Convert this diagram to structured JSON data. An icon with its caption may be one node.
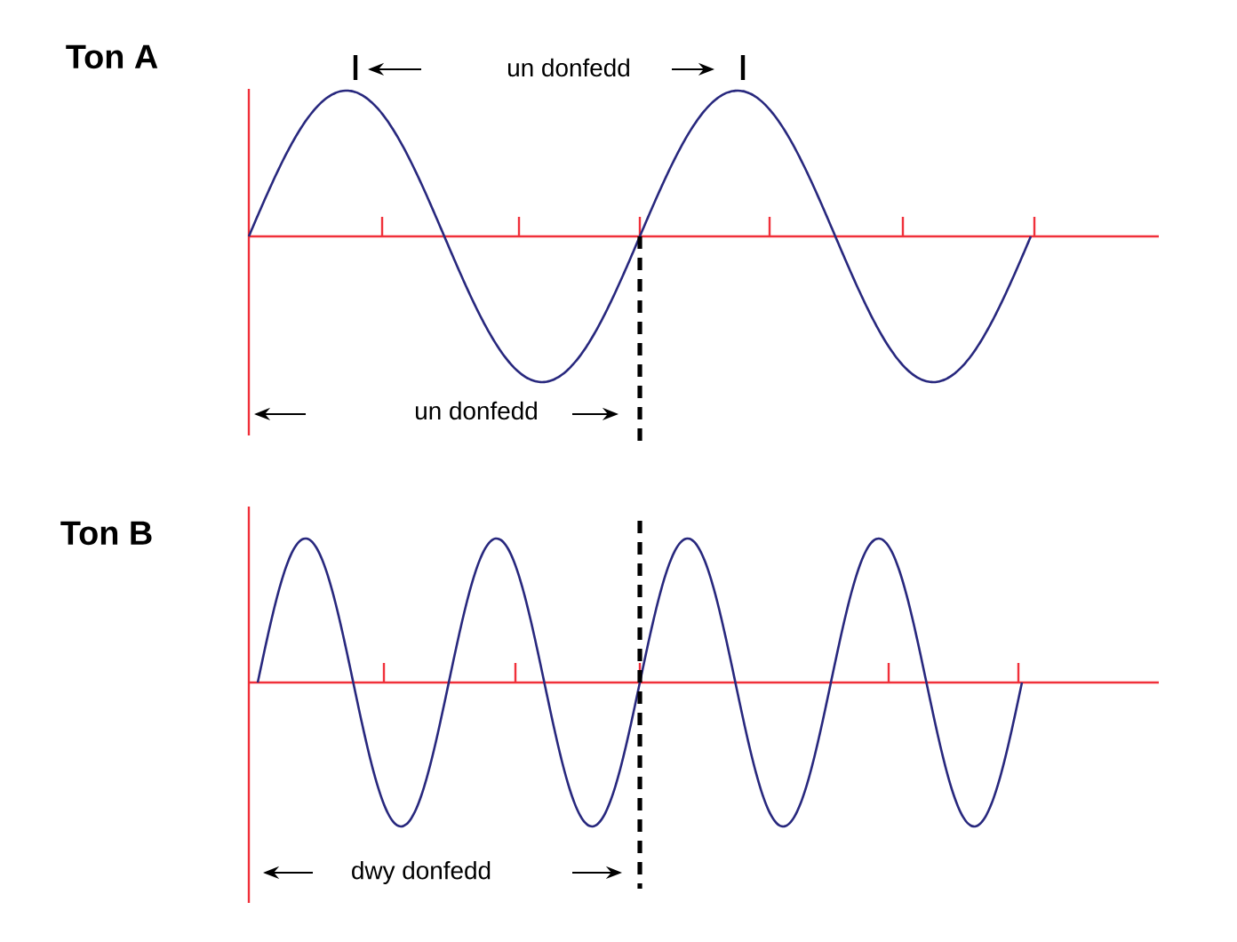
{
  "diagram": {
    "labels": [
      "Ton A",
      "un donfedd",
      "un donfedd",
      "Ton B",
      "dwy donfedd"
    ]
  }
}
